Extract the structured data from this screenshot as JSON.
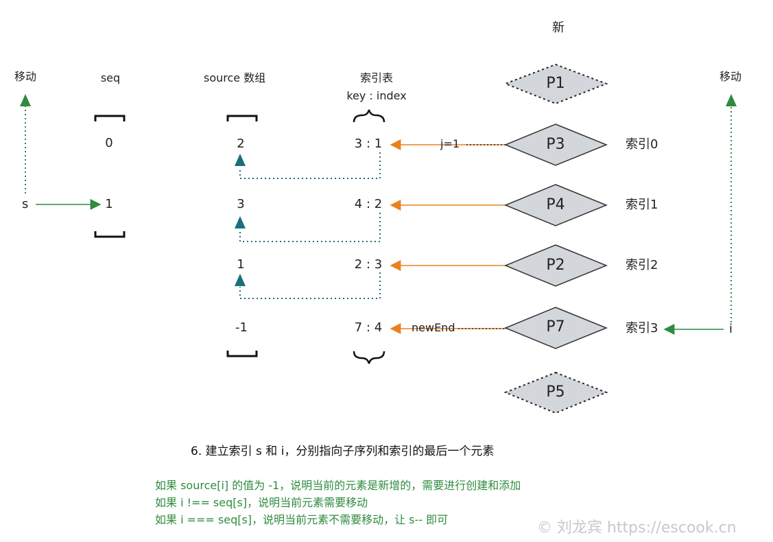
{
  "headers": {
    "seq": "seq",
    "source": "source 数组",
    "index_table": "索引表",
    "index_table_sub": "key : index",
    "new": "新",
    "move_left": "移动",
    "move_right": "移动"
  },
  "seq": {
    "values": [
      "0",
      "1"
    ]
  },
  "source": {
    "values": [
      "2",
      "3",
      "1",
      "-1"
    ]
  },
  "key_index": {
    "entries": [
      "3 : 1",
      "4 : 2",
      "2 : 3",
      "7 : 4"
    ]
  },
  "nodes": [
    "P1",
    "P3",
    "P4",
    "P2",
    "P7",
    "P5"
  ],
  "node_index_labels": [
    "索引0",
    "索引1",
    "索引2",
    "索引3"
  ],
  "pointers": {
    "s": "s",
    "i": "i",
    "j": "j=1",
    "new_end": "newEnd"
  },
  "caption": "6. 建立索引 s 和 i，分别指向子序列和索引的最后一个元素",
  "notes": [
    "如果 source[i] 的值为 -1，说明当前的元素是新增的，需要进行创建和添加",
    "如果 i !== seq[s]，说明当前元素需要移动",
    "如果 i === seq[s]，说明当前元素不需要移动，让 s-- 即可"
  ],
  "watermark": "© 刘龙宾 https://escook.cn",
  "colors": {
    "orange": "#e8821e",
    "green": "#2e8b3f",
    "teal": "#1a6f7c",
    "node_fill": "#d3d6db",
    "node_stroke": "#333333"
  }
}
